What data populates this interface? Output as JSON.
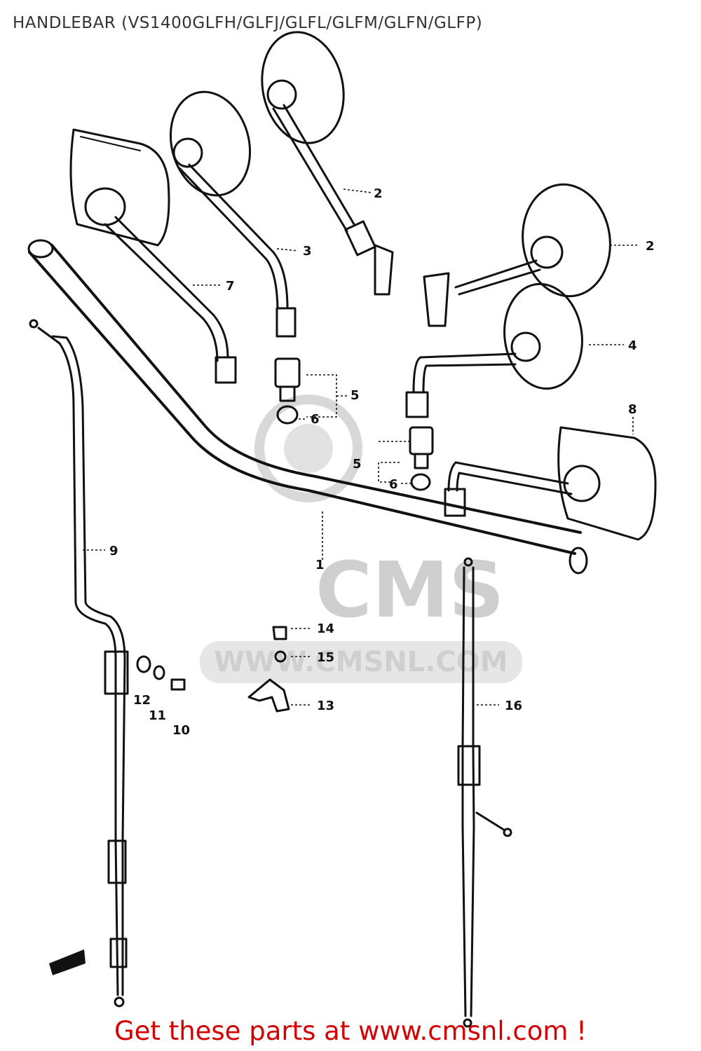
{
  "header": {
    "title": "HANDLEBAR (VS1400GLFH/GLFJ/GLFL/GLFM/GLFN/GLFP)"
  },
  "watermark": {
    "logo": "CMS",
    "site": "WWW.CMSNL.COM"
  },
  "callouts": [
    {
      "id": "c1",
      "label": "1"
    },
    {
      "id": "c2a",
      "label": "2"
    },
    {
      "id": "c2b",
      "label": "2"
    },
    {
      "id": "c3",
      "label": "3"
    },
    {
      "id": "c4",
      "label": "4"
    },
    {
      "id": "c5a",
      "label": "5"
    },
    {
      "id": "c5b",
      "label": "5"
    },
    {
      "id": "c6a",
      "label": "6"
    },
    {
      "id": "c6b",
      "label": "6"
    },
    {
      "id": "c7",
      "label": "7"
    },
    {
      "id": "c8",
      "label": "8"
    },
    {
      "id": "c9",
      "label": "9"
    },
    {
      "id": "c10",
      "label": "10"
    },
    {
      "id": "c11",
      "label": "11"
    },
    {
      "id": "c12",
      "label": "12"
    },
    {
      "id": "c13",
      "label": "13"
    },
    {
      "id": "c14",
      "label": "14"
    },
    {
      "id": "c15",
      "label": "15"
    },
    {
      "id": "c16",
      "label": "16"
    }
  ],
  "footer": {
    "text": "Get these parts at www.cmsnl.com !"
  },
  "colors": {
    "footer": "#d40000",
    "title": "#333333",
    "line": "#111111",
    "watermark": "#cfcfcf"
  }
}
